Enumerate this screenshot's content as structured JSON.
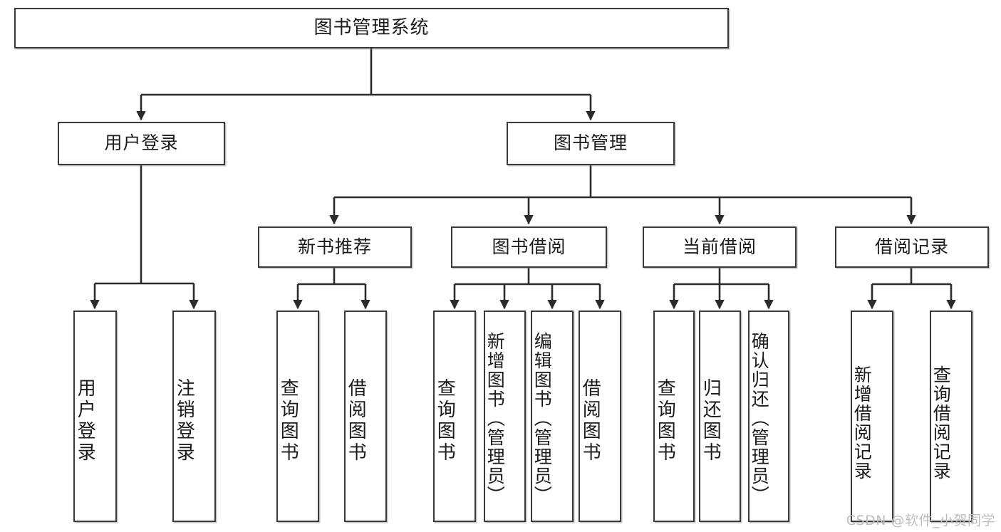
{
  "diagram": {
    "type": "tree-hierarchy",
    "title": "图书管理系统",
    "watermark": "CSDN @软件_小贺同学",
    "colors": {
      "box_border": "#3a3a3a",
      "box_fill": "#ffffff",
      "connector": "#2b2b2b",
      "watermark": "#bdbdbd",
      "background": "#ffffff"
    },
    "levels": {
      "root": "图书管理系统",
      "level2": [
        "用户登录",
        "图书管理"
      ],
      "level3": [
        "新书推荐",
        "图书借阅",
        "当前借阅",
        "借阅记录"
      ]
    },
    "nodes": {
      "root": {
        "label": "图书管理系统"
      },
      "user_login": {
        "label": "用户登录"
      },
      "book_manage": {
        "label": "图书管理"
      },
      "new_book_rec": {
        "label": "新书推荐"
      },
      "book_borrow": {
        "label": "图书借阅"
      },
      "current_borrow": {
        "label": "当前借阅"
      },
      "borrow_record": {
        "label": "借阅记录"
      },
      "leaf_user_login": {
        "label": "用户登录"
      },
      "leaf_logout": {
        "label": "注销登录"
      },
      "leaf_query_book_1": {
        "label": "查询图书"
      },
      "leaf_borrow_book_1": {
        "label": "借阅图书"
      },
      "leaf_query_book_2": {
        "label": "查询图书"
      },
      "leaf_add_book": {
        "label": "新增图书（管理员）"
      },
      "leaf_edit_book": {
        "label": "编辑图书（管理员）"
      },
      "leaf_borrow_book_2": {
        "label": "借阅图书"
      },
      "leaf_query_book_3": {
        "label": "查询图书"
      },
      "leaf_return_book": {
        "label": "归还图书"
      },
      "leaf_confirm_return": {
        "label": "确认归还（管理员）"
      },
      "leaf_add_record": {
        "label": "新增借阅记录"
      },
      "leaf_query_record": {
        "label": "查询借阅记录"
      }
    },
    "edges": [
      {
        "from": "root",
        "to": "user_login"
      },
      {
        "from": "root",
        "to": "book_manage"
      },
      {
        "from": "user_login",
        "to": "leaf_user_login"
      },
      {
        "from": "user_login",
        "to": "leaf_logout"
      },
      {
        "from": "book_manage",
        "to": "new_book_rec"
      },
      {
        "from": "book_manage",
        "to": "book_borrow"
      },
      {
        "from": "book_manage",
        "to": "current_borrow"
      },
      {
        "from": "book_manage",
        "to": "borrow_record"
      },
      {
        "from": "new_book_rec",
        "to": "leaf_query_book_1"
      },
      {
        "from": "new_book_rec",
        "to": "leaf_borrow_book_1"
      },
      {
        "from": "book_borrow",
        "to": "leaf_query_book_2"
      },
      {
        "from": "book_borrow",
        "to": "leaf_add_book"
      },
      {
        "from": "book_borrow",
        "to": "leaf_edit_book"
      },
      {
        "from": "book_borrow",
        "to": "leaf_borrow_book_2"
      },
      {
        "from": "current_borrow",
        "to": "leaf_query_book_3"
      },
      {
        "from": "current_borrow",
        "to": "leaf_return_book"
      },
      {
        "from": "current_borrow",
        "to": "leaf_confirm_return"
      },
      {
        "from": "borrow_record",
        "to": "leaf_add_record"
      },
      {
        "from": "borrow_record",
        "to": "leaf_query_record"
      }
    ]
  }
}
